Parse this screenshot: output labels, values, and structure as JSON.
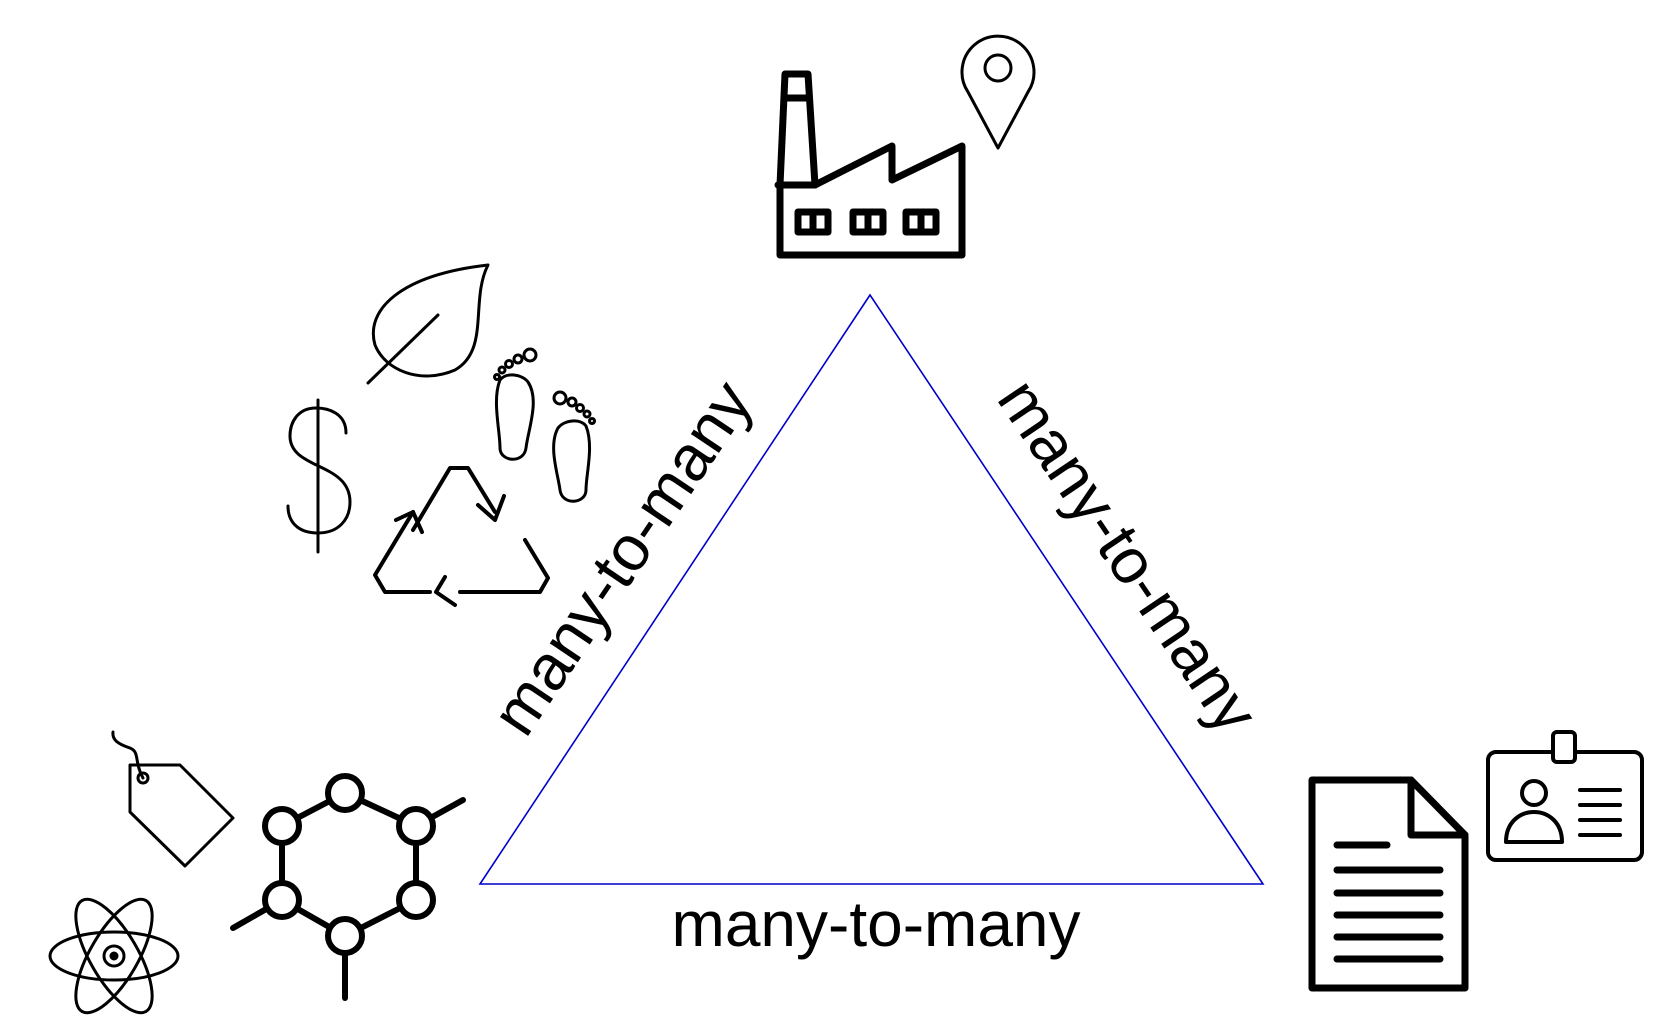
{
  "diagram": {
    "edges": [
      {
        "id": "left",
        "label": "many-to-many"
      },
      {
        "id": "right",
        "label": "many-to-many"
      },
      {
        "id": "bottom",
        "label": "many-to-many"
      }
    ],
    "triangle_color": "#0000cc",
    "icon_color": "#000000",
    "nodes": {
      "top": {
        "icons": [
          "factory-icon",
          "location-pin-icon"
        ]
      },
      "left": {
        "icons": [
          "leaf-icon",
          "dollar-icon",
          "footprints-icon",
          "recycle-icon"
        ]
      },
      "bottom_left": {
        "icons": [
          "price-tag-icon",
          "molecule-icon",
          "atom-icon"
        ]
      },
      "bottom_right": {
        "icons": [
          "document-icon",
          "id-badge-icon"
        ]
      }
    }
  }
}
